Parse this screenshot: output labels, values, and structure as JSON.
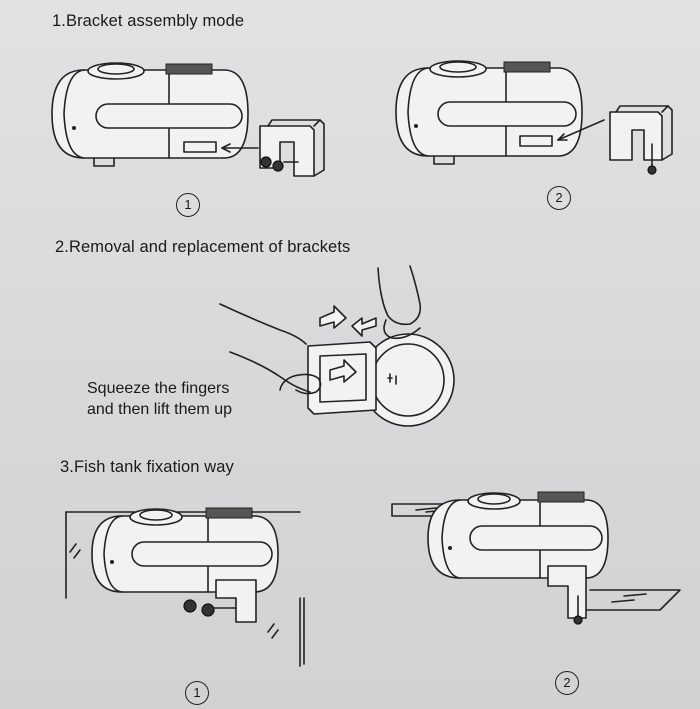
{
  "sections": [
    {
      "heading": "1.Bracket assembly mode",
      "steps": [
        "1",
        "2"
      ]
    },
    {
      "heading": "2.Removal and replacement of brackets",
      "note_line1": "Squeeze the fingers",
      "note_line2": "and  then lift them up"
    },
    {
      "heading": "3.Fish tank fixation way",
      "steps": [
        "1",
        "2"
      ]
    }
  ]
}
